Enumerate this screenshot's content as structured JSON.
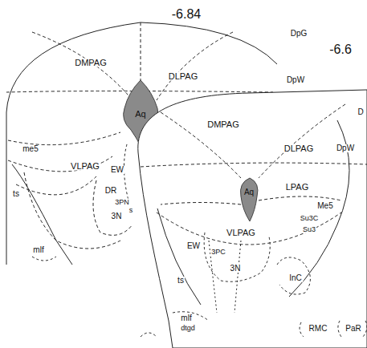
{
  "diagram": {
    "labels": [
      "-6.84",
      "DpG",
      "DMPAG",
      "DLPAG",
      "DpW",
      "-6.6",
      "D",
      "Aq",
      "me5",
      "VLPAG",
      "EW",
      "DR",
      "3PN",
      "s",
      "3N",
      "ts",
      "mlf",
      "DMPAG",
      "DLPAG",
      "DpW",
      "LPAG",
      "Aq",
      "Me5",
      "VLPAG",
      "Su3C",
      "Su3",
      "EW",
      "3PC",
      "3N",
      "InC",
      "ts",
      "mlf",
      "dtgd",
      "RMC",
      "PaR"
    ]
  }
}
